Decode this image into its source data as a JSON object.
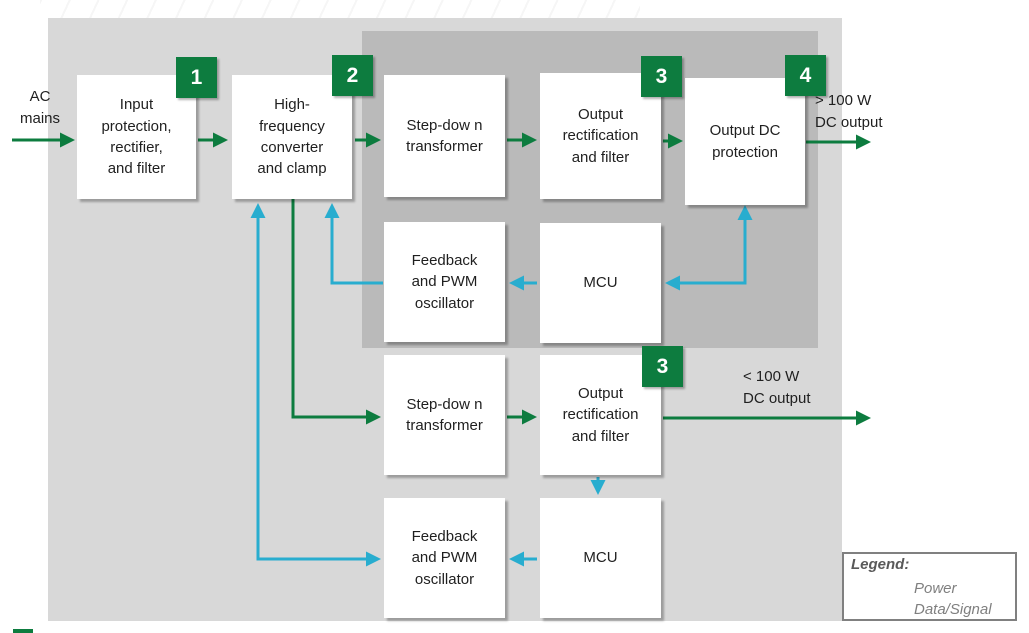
{
  "diagram": {
    "blocks": [
      {
        "id": "input-protection",
        "label": "Input\nprotection,\nrectifier,\nand filter"
      },
      {
        "id": "hf-converter",
        "label": "High-\nfrequency\nconverter\nand clamp"
      },
      {
        "id": "stepdown-upper",
        "label": "Step-dow n\ntransformer"
      },
      {
        "id": "output-rect-upper",
        "label": "Output\nrectification\nand filter"
      },
      {
        "id": "output-dc-protection",
        "label": "Output  DC\nprotection"
      },
      {
        "id": "feedback-upper",
        "label": "Feedback\nand PWM\noscillator"
      },
      {
        "id": "mcu-upper",
        "label": "MCU"
      },
      {
        "id": "stepdown-lower",
        "label": "Step-dow n\ntransformer"
      },
      {
        "id": "output-rect-lower",
        "label": "Output\nrectification\nand filter"
      },
      {
        "id": "feedback-lower",
        "label": "Feedback\nand PWM\noscillator"
      },
      {
        "id": "mcu-lower",
        "label": "MCU"
      }
    ],
    "badges": {
      "input_protection": "1",
      "hf_converter": "2",
      "output_rect_upper": "3",
      "output_dc_protection": "4",
      "output_rect_lower": "3"
    },
    "external_labels": {
      "ac_input": "AC\nmains",
      "dc_output_high": "> 100 W\nDC output",
      "dc_output_low": "< 100 W\nDC output"
    },
    "legend": {
      "title": "Legend:",
      "items": [
        {
          "label": "Power",
          "type": "power-arrow"
        },
        {
          "label": "Data/Signal",
          "type": "data-signal-arrow"
        }
      ]
    },
    "colors": {
      "power_green": "#0d7c3f",
      "signal_cyan": "#28adcf",
      "canvas_gray": "#d8d8d8",
      "inner_region_gray": "#bababa",
      "badge_green": "#0d7c3f"
    }
  }
}
